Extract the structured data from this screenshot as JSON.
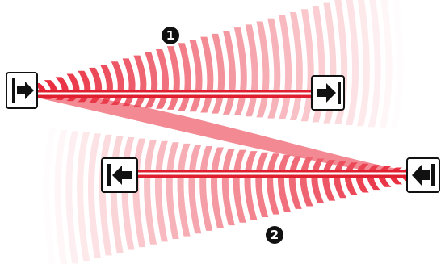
{
  "diagram": {
    "steps": [
      {
        "label": "1"
      },
      {
        "label": "2"
      }
    ],
    "icons": [
      {
        "name": "move-right-start-icon",
        "glyph": "arrow-right-from-bar"
      },
      {
        "name": "move-right-end-icon",
        "glyph": "arrow-right-to-bar"
      },
      {
        "name": "move-left-start-icon",
        "glyph": "arrow-left-from-bar"
      },
      {
        "name": "move-left-end-icon",
        "glyph": "arrow-left-to-bar"
      }
    ],
    "colors": {
      "track_red": "#e02030",
      "wave_red": "#e8283a",
      "fade_end": "#ffffff",
      "icon_stroke": "#111111",
      "badge_fill": "#111111"
    }
  }
}
